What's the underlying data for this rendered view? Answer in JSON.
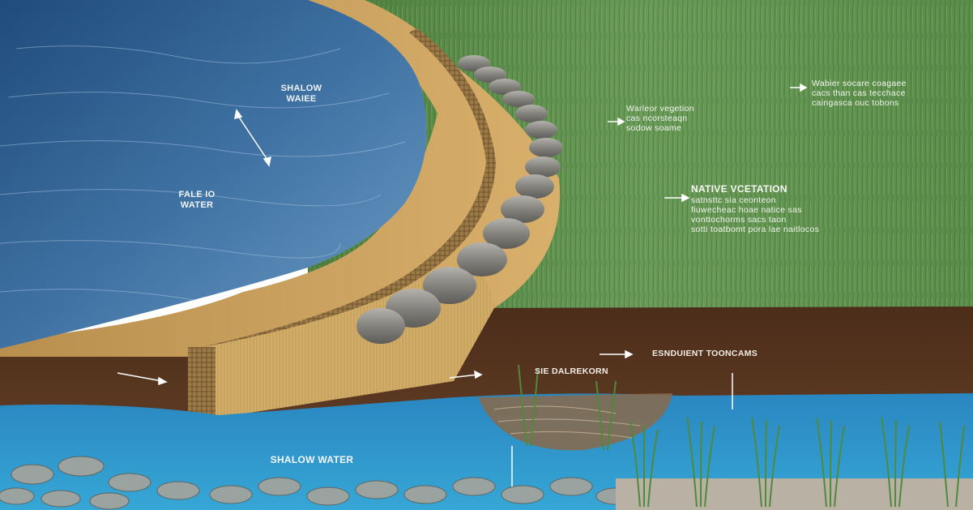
{
  "labels": {
    "shallow_water_top": [
      "SHALOW",
      "WAIEE"
    ],
    "deep_water": [
      "FALE IO",
      "WATER"
    ],
    "shallow_water_bottom": "SHALOW WATER",
    "vegetation_note_left": [
      "Warleor vegetion",
      "cas ncorsteaqn",
      "sodow soame"
    ],
    "vegetation_note_right": [
      "Wabier socare coagaee",
      "cacs than cas tecchace",
      "caingasca ouc tobons"
    ],
    "native_vegetation_title": "NATIVE VCETATION",
    "native_vegetation_body": [
      "satnsttc sia  ceonteon",
      "fiuwecheac hoae natice sas",
      "vonttochorms sacs taon",
      "sotti toatbomt  pora lae naitlocos"
    ],
    "soil_label_right": "ESNDUIENT TOONCAMS",
    "soil_label_center": "SIE DALREKORN"
  },
  "colors": {
    "water_deep": "#2f5d8a",
    "water_light": "#5f8fbc",
    "shallow_water": "#2f9fcc",
    "sand": "#c9a25e",
    "soil": "#5e3a22",
    "grass": "#5f8f4e",
    "coir_log": "#8c8b88"
  }
}
